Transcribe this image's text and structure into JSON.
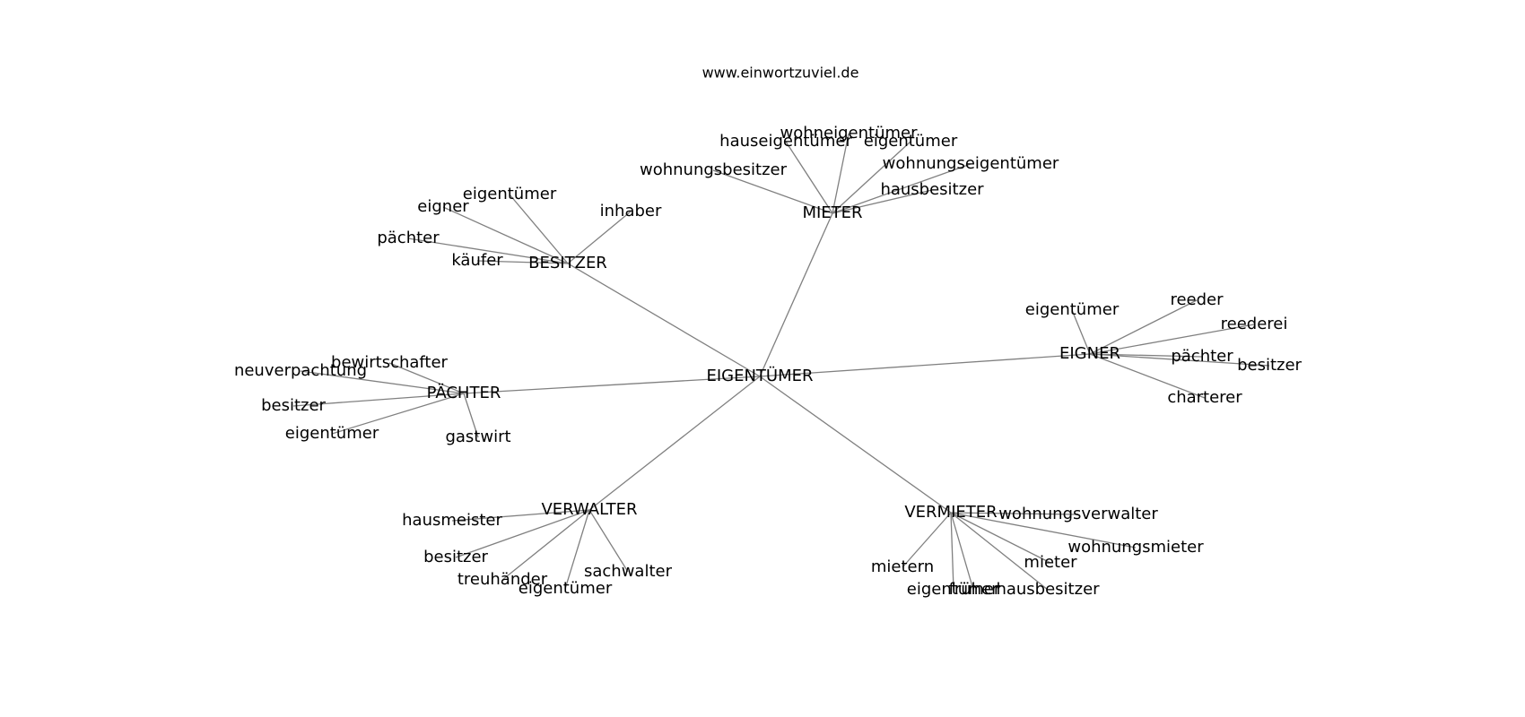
{
  "site": "www.einwortzuviel.de",
  "colors": {
    "edge": "#808080",
    "text": "#000000",
    "background": "#ffffff"
  },
  "nodes": {
    "root": "EIGENTÜMER",
    "mieter": "MIETER",
    "besitzer": "BESITZER",
    "eigner": "EIGNER",
    "paechter": "PÄCHTER",
    "verwalter": "VERWALTER",
    "vermieter": "VERMIETER",
    "mieter_wohneigentuemer": "wohneigentümer",
    "mieter_hauseigentuemer": "hauseigentümer",
    "mieter_eigentuemer": "eigentümer",
    "mieter_wohnungseigentuemer": "wohnungseigentümer",
    "mieter_wohnungsbesitzer": "wohnungsbesitzer",
    "mieter_hausbesitzer": "hausbesitzer",
    "besitzer_eigentuemer": "eigentümer",
    "besitzer_eigner": "eigner",
    "besitzer_inhaber": "inhaber",
    "besitzer_paechter": "pächter",
    "besitzer_kaeufer": "käufer",
    "eigner_eigentuemer": "eigentümer",
    "eigner_reeder": "reeder",
    "eigner_reederei": "reederei",
    "eigner_paechter": "pächter",
    "eigner_besitzer": "besitzer",
    "eigner_charterer": "charterer",
    "paechter_bewirtschafter": "bewirtschafter",
    "paechter_neuverpachtung": "neuverpachtung",
    "paechter_besitzer": "besitzer",
    "paechter_eigentuemer": "eigentümer",
    "paechter_gastwirt": "gastwirt",
    "verwalter_hausmeister": "hausmeister",
    "verwalter_besitzer": "besitzer",
    "verwalter_treuhaender": "treuhänder",
    "verwalter_eigentuemer": "eigentümer",
    "verwalter_sachwalter": "sachwalter",
    "vermieter_wohnungsverwalter": "wohnungsverwalter",
    "vermieter_wohnungsmieter": "wohnungsmieter",
    "vermieter_mieter": "mieter",
    "vermieter_mietern": "mietern",
    "vermieter_eigentuemer": "eigentümer",
    "vermieter_frueher": "früher",
    "vermieter_hausbesitzer": "hausbesitzer"
  }
}
